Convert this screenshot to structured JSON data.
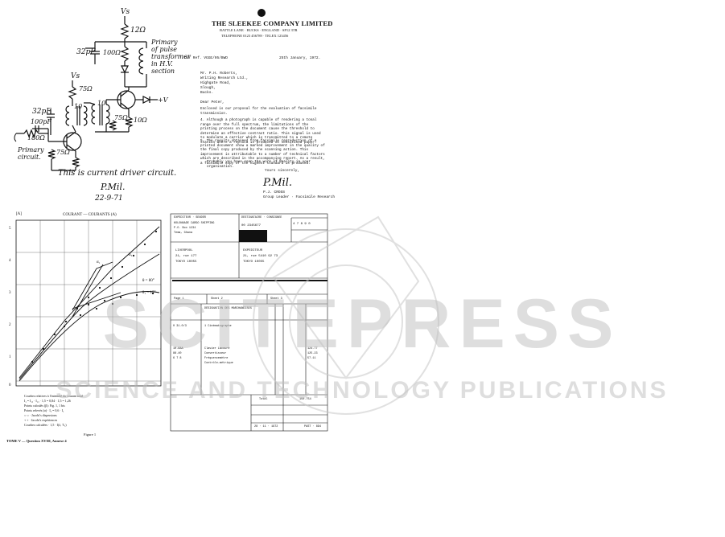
{
  "circuit": {
    "labels": {
      "vs": "Vs",
      "r12": "12Ω",
      "c32a": "32pF",
      "r100": "100Ω",
      "primary_a": "Primary",
      "primary_b": "of pulse",
      "primary_c": "transformer",
      "primary_d": "in H.V.",
      "primary_e": "section",
      "vs2": "Vs",
      "r75a": "75Ω",
      "n10a": "10",
      "n10b": "10",
      "c32b": "32pF",
      "c100": "100pF",
      "r180": "180Ω",
      "r75b": "75Ω",
      "r10": "10Ω",
      "r75c": "75Ω",
      "primary_circuit_a": "Primary",
      "primary_circuit_b": "circuit.",
      "v_plus": "+V",
      "note": "This is current driver circuit.",
      "signature": "P.Mil.",
      "date": "22-9-71"
    }
  },
  "letter": {
    "company": "THE SLEEKEE COMPANY LIMITED",
    "address1": "BATTLE LANE · BUCKS · ENGLAND · SP12 3TR",
    "address2": "TELEPHONE 0123 456789 · TELEX 123456",
    "ref": "Our Ref. VGGE/95/BWD",
    "date": "25th January, 1972.",
    "to1": "Mr. P.H. Roberts,",
    "to2": "Writing Research Ltd.,",
    "to3": "Highgate Road,",
    "to4": "Slough,",
    "to5": "Bucks.",
    "salutation": "Dear Peter,",
    "p1": "Enclosed is our proposal for the evaluation of facsimile transmission.",
    "p2": "4. Although a photograph is capable of rendering a tonal range over the full spectrum, the limitations of the printing process on the document cause the threshold to determine an effective contrast ratio. This signal is used to modulate a carrier which is transmitted to a remote station where a replica is produced on sensitised paper.",
    "p3": "5. The results obtained from facsimile reproduction of a printed document show a marked improvement in the quality of the final copy produced by the scanning action. This improvement is attributable to a number of technical factors which are described in the accompanying report. As a result, a facsimile copy of the highest standard is produced.",
    "p4": "Probably you have seen the work of Reality in your organisation.",
    "closing": "Yours sincerely,",
    "signature": "P.Mil.",
    "signer_name": "P.J. CROSS",
    "signer_title": "Group Leader · Facsimile Research"
  },
  "graph": {
    "header": "COURANT — COURANTS (A)",
    "corner_label": "[A]",
    "y_ticks": [
      "5",
      "4",
      "3",
      "2",
      "1",
      "0"
    ],
    "curve_labels": [
      "α₁",
      "α₂",
      "θ = 80°",
      "θ₁ = 15°"
    ],
    "legend_title": "Courbes relatives à l'intensité du courant total",
    "legend_lines": [
      "I₁ = I₁₂ · I₁₃ · 1,5 = 0,84 · 1,5 = 1,26",
      "Points calculés (β): Fig. 1, 1 bis",
      "Points relevés (α) · I₂ = 0,6 · I₁",
      "○ ○  · Jacobi's dispersions",
      "+ +  · Jacobi's expériences",
      "Courbes calculées · 1,5 · I(λ, Tₛ)"
    ],
    "figure_label": "Figure 1",
    "footer": "TOME V — Question XVIII, Annexe 4"
  },
  "form": {
    "sender_header": "EXPÉDITEUR · SENDER",
    "sender_name": "KOLONNADE CARGO SHIPPING",
    "sender_addr1": "P.O. Box 1234",
    "sender_addr2": "Tema, Ghana",
    "consignee_header": "DESTINATAIRE · CONSIGNEE",
    "consignee_name": "LIVERPOOL",
    "consignee_addr1": "21, rue 177",
    "consignee_addr2": "TOKYO 10055",
    "consignor": "EXPEDITEUR",
    "consignor_addr1": "21, rue 5410 92 73",
    "consignor_addr2": "TOKYO 10055",
    "doc_no": "00 2345677",
    "serial": "4 7 8 9 0",
    "sheet_a": "Sheet 2",
    "sheet_b": "Sheet 3",
    "page": "Page 1",
    "desc_header": "DÉSIGNATION DES MARCHANDISES",
    "row1_desc": "1 Cinématographe",
    "row1_code": "0 31.0/3",
    "row2_desc": "Clavier Lacouré",
    "row2_desc2": "Convertisseur",
    "row2_desc3": "Fréquencemètre",
    "row2_desc4": "Contrôle-métrique",
    "row2_code": "10.68A",
    "row2_code2": "88.40",
    "row2_code3": "6 7 8",
    "amount1": "124.77",
    "amount2": "125.23",
    "amount3": "57.11",
    "total_label": "Total",
    "total_value": "150.754",
    "foot_date": "28 · 11 · 1972",
    "foot_value": "PAST · 894"
  },
  "watermark": {
    "main": "SCITEPRESS",
    "sub": "SCIENCE AND TECHNOLOGY PUBLICATIONS"
  }
}
